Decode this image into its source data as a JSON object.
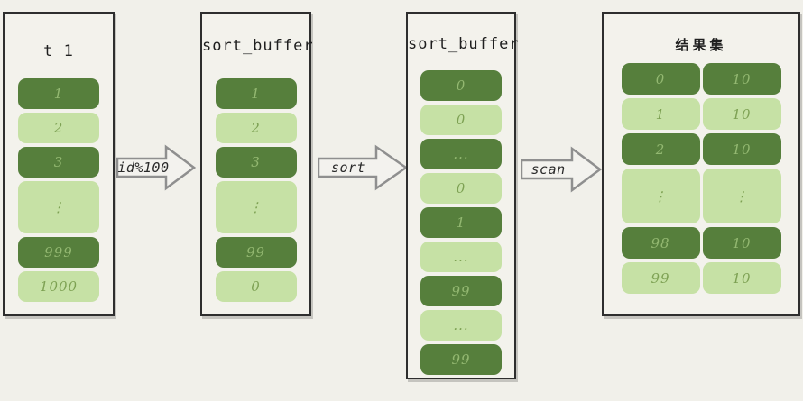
{
  "colors": {
    "background": "#f1f0ea",
    "box_fill": "#f3f2ec",
    "box_border": "#2e2e2e",
    "dark_cell_bg": "#567f3c",
    "dark_cell_text": "#93b871",
    "light_cell_bg": "#c6e1a5",
    "light_cell_text": "#7da153",
    "arrow_stroke": "#8f8f8f",
    "arrow_fill": "#f3f2ee",
    "label_text": "#2a2a2a"
  },
  "boxes": [
    {
      "id": "t1",
      "title": "t 1",
      "cells": [
        {
          "text": "1",
          "tone": "dark"
        },
        {
          "text": "2",
          "tone": "light"
        },
        {
          "text": "3",
          "tone": "dark"
        },
        {
          "text": "⋮",
          "tone": "light",
          "tall": true
        },
        {
          "text": "999",
          "tone": "dark"
        },
        {
          "text": "1000",
          "tone": "light"
        }
      ]
    },
    {
      "id": "sort_buffer_1",
      "title": "sort_buffer",
      "cells": [
        {
          "text": "1",
          "tone": "dark"
        },
        {
          "text": "2",
          "tone": "light"
        },
        {
          "text": "3",
          "tone": "dark"
        },
        {
          "text": "⋮",
          "tone": "light",
          "tall": true
        },
        {
          "text": "99",
          "tone": "dark"
        },
        {
          "text": "0",
          "tone": "light"
        }
      ]
    },
    {
      "id": "sort_buffer_2",
      "title": "sort_buffer",
      "cells": [
        {
          "text": "0",
          "tone": "dark"
        },
        {
          "text": "0",
          "tone": "light"
        },
        {
          "text": "...",
          "tone": "dark"
        },
        {
          "text": "0",
          "tone": "light"
        },
        {
          "text": "1",
          "tone": "dark"
        },
        {
          "text": "...",
          "tone": "light"
        },
        {
          "text": "99",
          "tone": "dark"
        },
        {
          "text": "...",
          "tone": "light"
        },
        {
          "text": "99",
          "tone": "dark"
        }
      ]
    },
    {
      "id": "result_set",
      "title": "结果集",
      "rows": [
        {
          "tone": "dark",
          "cells": [
            "0",
            "10"
          ]
        },
        {
          "tone": "light",
          "cells": [
            "1",
            "10"
          ]
        },
        {
          "tone": "dark",
          "cells": [
            "2",
            "10"
          ]
        },
        {
          "tone": "light",
          "tall": true,
          "cells": [
            "⋮",
            "⋮"
          ]
        },
        {
          "tone": "dark",
          "cells": [
            "98",
            "10"
          ]
        },
        {
          "tone": "light",
          "cells": [
            "99",
            "10"
          ]
        }
      ]
    }
  ],
  "arrows": [
    {
      "label": "id%100"
    },
    {
      "label": "sort"
    },
    {
      "label": "scan"
    }
  ]
}
